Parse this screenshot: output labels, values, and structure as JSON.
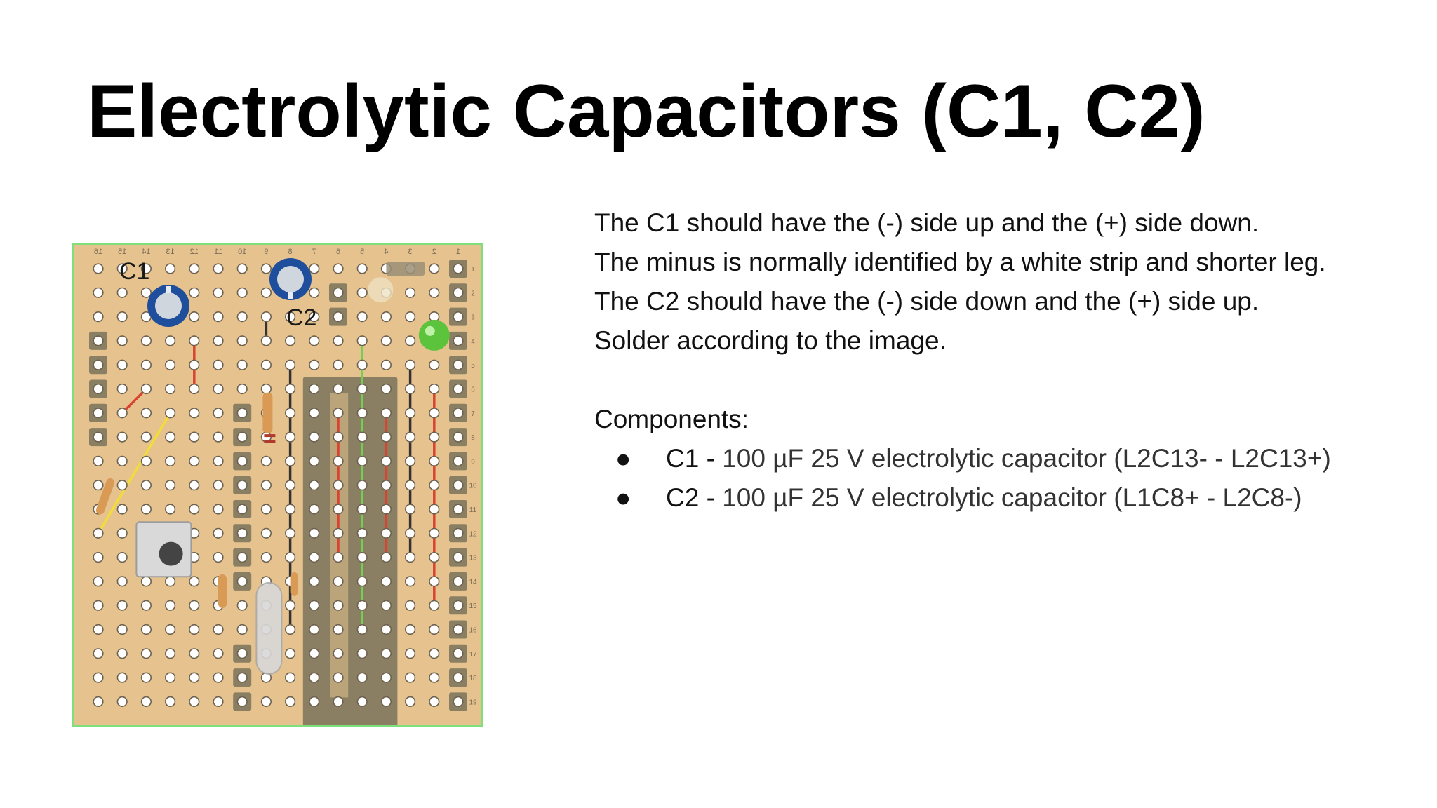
{
  "slide": {
    "title": "Electrolytic Capacitors (C1, C2)"
  },
  "board": {
    "label_c1": "C1",
    "label_c2": "C2",
    "column_numbers": [
      "16",
      "15",
      "14",
      "13",
      "12",
      "11",
      "10",
      "9",
      "8",
      "7",
      "6",
      "5",
      "4",
      "3",
      "2",
      "1"
    ],
    "row_numbers": [
      "1",
      "2",
      "3",
      "4",
      "5",
      "6",
      "7",
      "8",
      "9",
      "10",
      "11",
      "12",
      "13",
      "14",
      "15",
      "16",
      "17",
      "18",
      "19"
    ],
    "colors": {
      "board": "#e6c38e",
      "border": "#7ee07a",
      "pad": "#ffffff",
      "header": "#8a7f62",
      "capacitor": "#1f4e9c",
      "led": "#5cc43c",
      "wire_red": "#d8442f",
      "wire_green": "#6fd14f",
      "wire_black": "#333333",
      "wire_yellow": "#f2dc3a",
      "resistor": "#d89a55"
    }
  },
  "instructions": {
    "lines": [
      "The C1 should have the (-) side up  and the (+) side down.",
      "The minus is normally identified by a white strip and shorter leg.",
      "The C2 should have the (-) side down and the (+) side up.",
      "Solder according to the image."
    ],
    "components_heading": "Components:",
    "components": [
      {
        "name": "C1 - ",
        "description": "100 µF 25 V electrolytic capacitor (L2C13- - L2C13+)"
      },
      {
        "name": "C2 - ",
        "description": "100 µF 25 V electrolytic capacitor (L1C8+ - L2C8-)"
      }
    ],
    "bullet": "●"
  }
}
